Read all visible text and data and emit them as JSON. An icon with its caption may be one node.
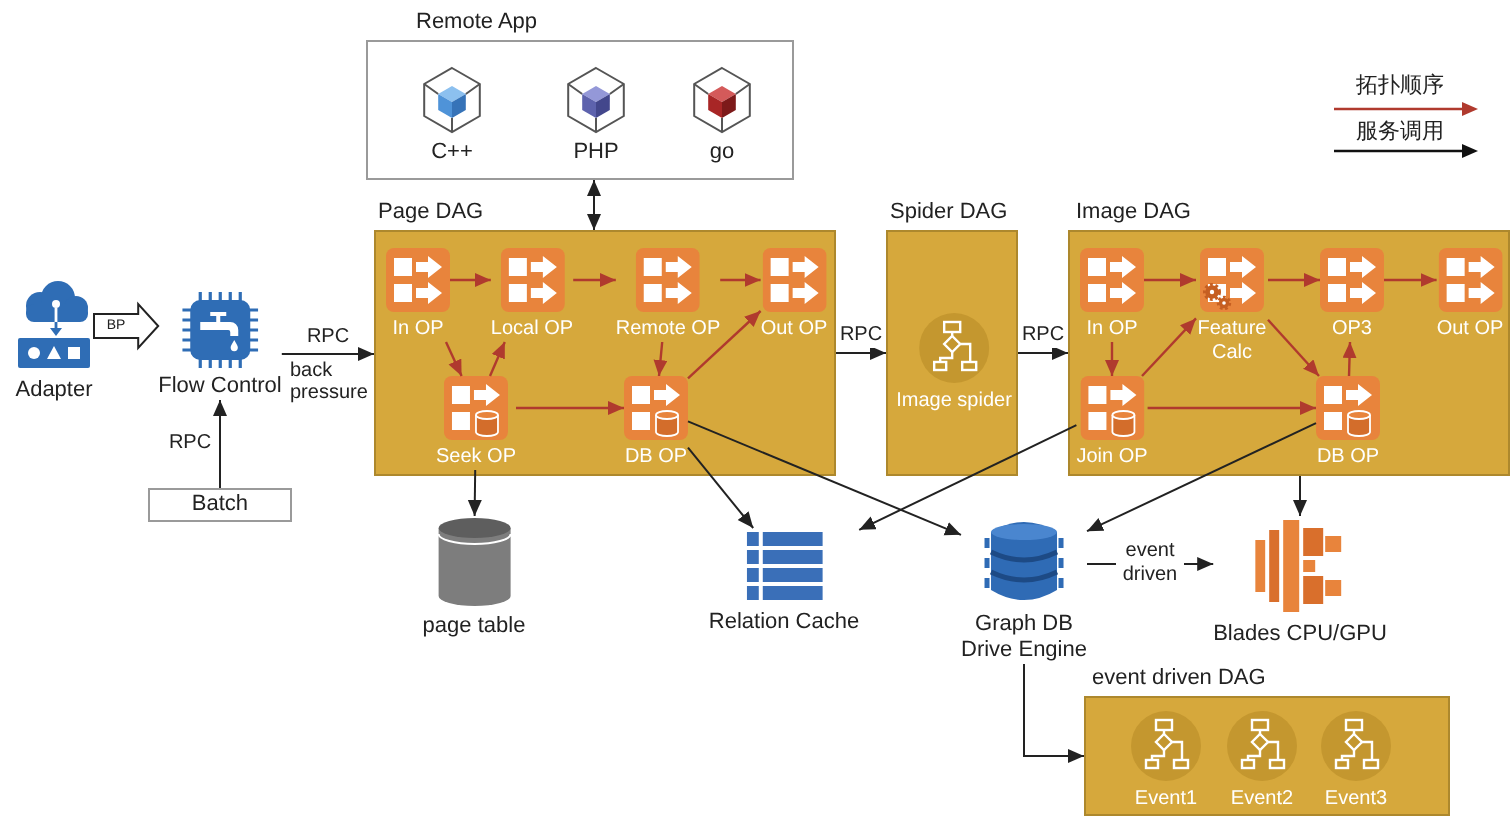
{
  "diagram": {
    "nodes": [
      {
        "text": [
          "Remote App"
        ]
      },
      {
        "text": [
          "C++"
        ],
        "in": 0
      },
      {
        "text": [
          "PHP"
        ],
        "in": 0
      },
      {
        "text": [
          "go"
        ],
        "in": 0
      },
      {
        "text": [
          "Page DAG"
        ]
      },
      {
        "text": [
          "In OP"
        ],
        "in": 4
      },
      {
        "text": [
          "Local OP"
        ],
        "in": 4
      },
      {
        "text": [
          "Remote OP"
        ],
        "in": 4
      },
      {
        "text": [
          "Out OP"
        ],
        "in": 4
      },
      {
        "text": [
          "Seek OP"
        ],
        "in": 4
      },
      {
        "text": [
          "DB OP"
        ],
        "in": 4
      },
      {
        "text": [
          "Spider DAG"
        ]
      },
      {
        "text": [
          "Image spider"
        ],
        "in": 11
      },
      {
        "text": [
          "Image DAG"
        ]
      },
      {
        "text": [
          "In OP"
        ],
        "in": 13
      },
      {
        "text": [
          "Feature Calc"
        ],
        "in": 13
      },
      {
        "text": [
          "OP3"
        ],
        "in": 13
      },
      {
        "text": [
          "Out OP"
        ],
        "in": 13
      },
      {
        "text": [
          "Join OP"
        ],
        "in": 13
      },
      {
        "text": [
          "DB OP"
        ],
        "in": 13
      },
      {
        "text": [
          "Adapter"
        ]
      },
      {
        "text": [
          "Flow Control"
        ]
      },
      {
        "text": [
          "Batch"
        ]
      },
      {
        "text": [
          "page table"
        ]
      },
      {
        "text": [
          "Relation Cache"
        ]
      },
      {
        "text": [
          "Graph DB",
          "Drive Engine"
        ]
      },
      {
        "text": [
          "Blades CPU/GPU"
        ]
      },
      {
        "text": [
          "event driven DAG"
        ]
      },
      {
        "text": [
          "Event1"
        ],
        "in": 27
      },
      {
        "text": [
          "Event2"
        ],
        "in": 27
      },
      {
        "text": [
          "Event3"
        ],
        "in": 27
      }
    ],
    "edges": [
      {
        "from": 0,
        "to": 4,
        "arrow": "both",
        "color": "#222222"
      },
      {
        "from": 20,
        "to": 21,
        "arrow": "to",
        "label": "BP",
        "style": "thick",
        "color": "#222222"
      },
      {
        "from": 21,
        "to": 4,
        "arrow": "to",
        "label": "RPC",
        "color": "#222222"
      },
      {
        "from": 22,
        "to": 21,
        "arrow": "to",
        "label": "RPC",
        "color": "#222222"
      },
      {
        "from": 4,
        "to": 11,
        "arrow": "to",
        "label": "RPC",
        "color": "#222222"
      },
      {
        "from": 11,
        "to": 13,
        "arrow": "to",
        "label": "RPC",
        "color": "#222222"
      },
      {
        "from": 5,
        "to": 6,
        "arrow": "to"
      },
      {
        "from": 6,
        "to": 7,
        "arrow": "to"
      },
      {
        "from": 7,
        "to": 8,
        "arrow": "to"
      },
      {
        "from": 5,
        "to": 9,
        "arrow": "to"
      },
      {
        "from": 9,
        "to": 6,
        "arrow": "to"
      },
      {
        "from": 9,
        "to": 10,
        "arrow": "to"
      },
      {
        "from": 7,
        "to": 10,
        "arrow": "to"
      },
      {
        "from": 10,
        "to": 8,
        "arrow": "to"
      },
      {
        "from": 14,
        "to": 15,
        "arrow": "to"
      },
      {
        "from": 15,
        "to": 16,
        "arrow": "to"
      },
      {
        "from": 16,
        "to": 17,
        "arrow": "to"
      },
      {
        "from": 14,
        "to": 18,
        "arrow": "to"
      },
      {
        "from": 18,
        "to": 15,
        "arrow": "to"
      },
      {
        "from": 15,
        "to": 19,
        "arrow": "to"
      },
      {
        "from": 18,
        "to": 19,
        "arrow": "to"
      },
      {
        "from": 19,
        "to": 16,
        "arrow": "to"
      },
      {
        "from": 9,
        "to": 23,
        "arrow": "to",
        "color": "#222222"
      },
      {
        "from": 10,
        "to": 24,
        "arrow": "to",
        "color": "#222222"
      },
      {
        "from": 10,
        "to": 25,
        "arrow": "to",
        "color": "#222222"
      },
      {
        "from": 18,
        "to": 24,
        "arrow": "to",
        "color": "#222222"
      },
      {
        "from": 19,
        "to": 25,
        "arrow": "to",
        "color": "#222222"
      },
      {
        "from": 13,
        "to": 26,
        "arrow": "to",
        "color": "#222222"
      },
      {
        "from": 25,
        "to": 26,
        "arrow": "to",
        "label": "event driven",
        "color": "#222222"
      },
      {
        "from": 25,
        "to": 27,
        "arrow": "to",
        "color": "#222222"
      }
    ],
    "labels": [
      "back pressure"
    ],
    "legend": [
      {
        "text": "拓扑顺序"
      },
      {
        "text": "服务调用"
      }
    ]
  }
}
